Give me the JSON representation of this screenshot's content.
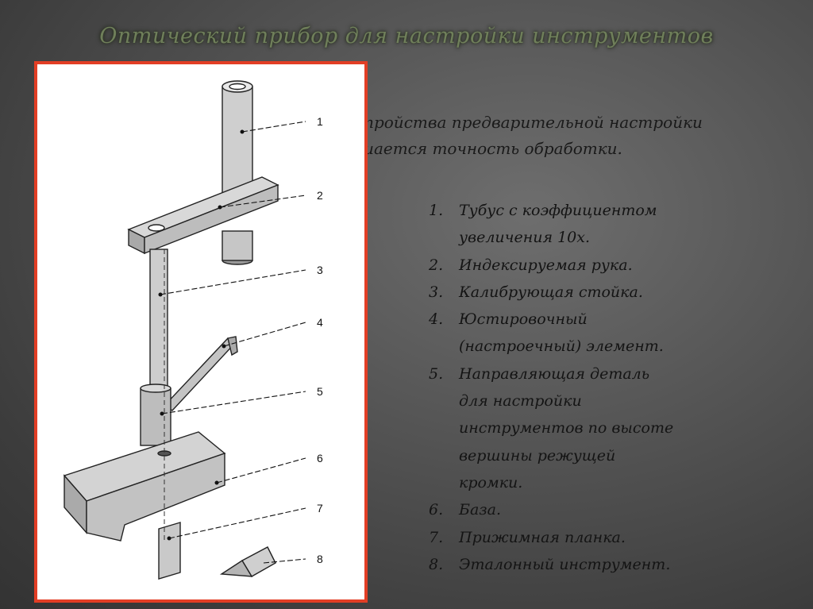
{
  "slide": {
    "title": "Оптический прибор для настройки инструментов",
    "intro_lines": [
      "тройства  предварительной  настройки",
      "шается точность обработки."
    ]
  },
  "figure": {
    "callouts": [
      "1",
      "2",
      "3",
      "4",
      "5",
      "6",
      "7",
      "8"
    ],
    "colors": {
      "frame_border": "#e23e25",
      "part_fill": "#c9c9c9"
    }
  },
  "legend": {
    "items": [
      {
        "num": "1.",
        "lines": [
          "Тубус с коэффициентом",
          "увеличения 10х."
        ]
      },
      {
        "num": "2.",
        "lines": [
          "Индексируемая рука."
        ]
      },
      {
        "num": "3.",
        "lines": [
          "Калибрующая стойка."
        ]
      },
      {
        "num": "4.",
        "lines": [
          "Юстировочный",
          "(настроечный) элемент."
        ]
      },
      {
        "num": "5.",
        "lines": [
          "Направляющая деталь",
          "для настройки",
          "инструментов по высоте",
          "вершины режущей",
          "кромки."
        ]
      },
      {
        "num": "6.",
        "lines": [
          "База."
        ]
      },
      {
        "num": "7.",
        "lines": [
          "Прижимная планка."
        ]
      },
      {
        "num": "8.",
        "lines": [
          "Эталонный инструмент."
        ]
      }
    ]
  }
}
